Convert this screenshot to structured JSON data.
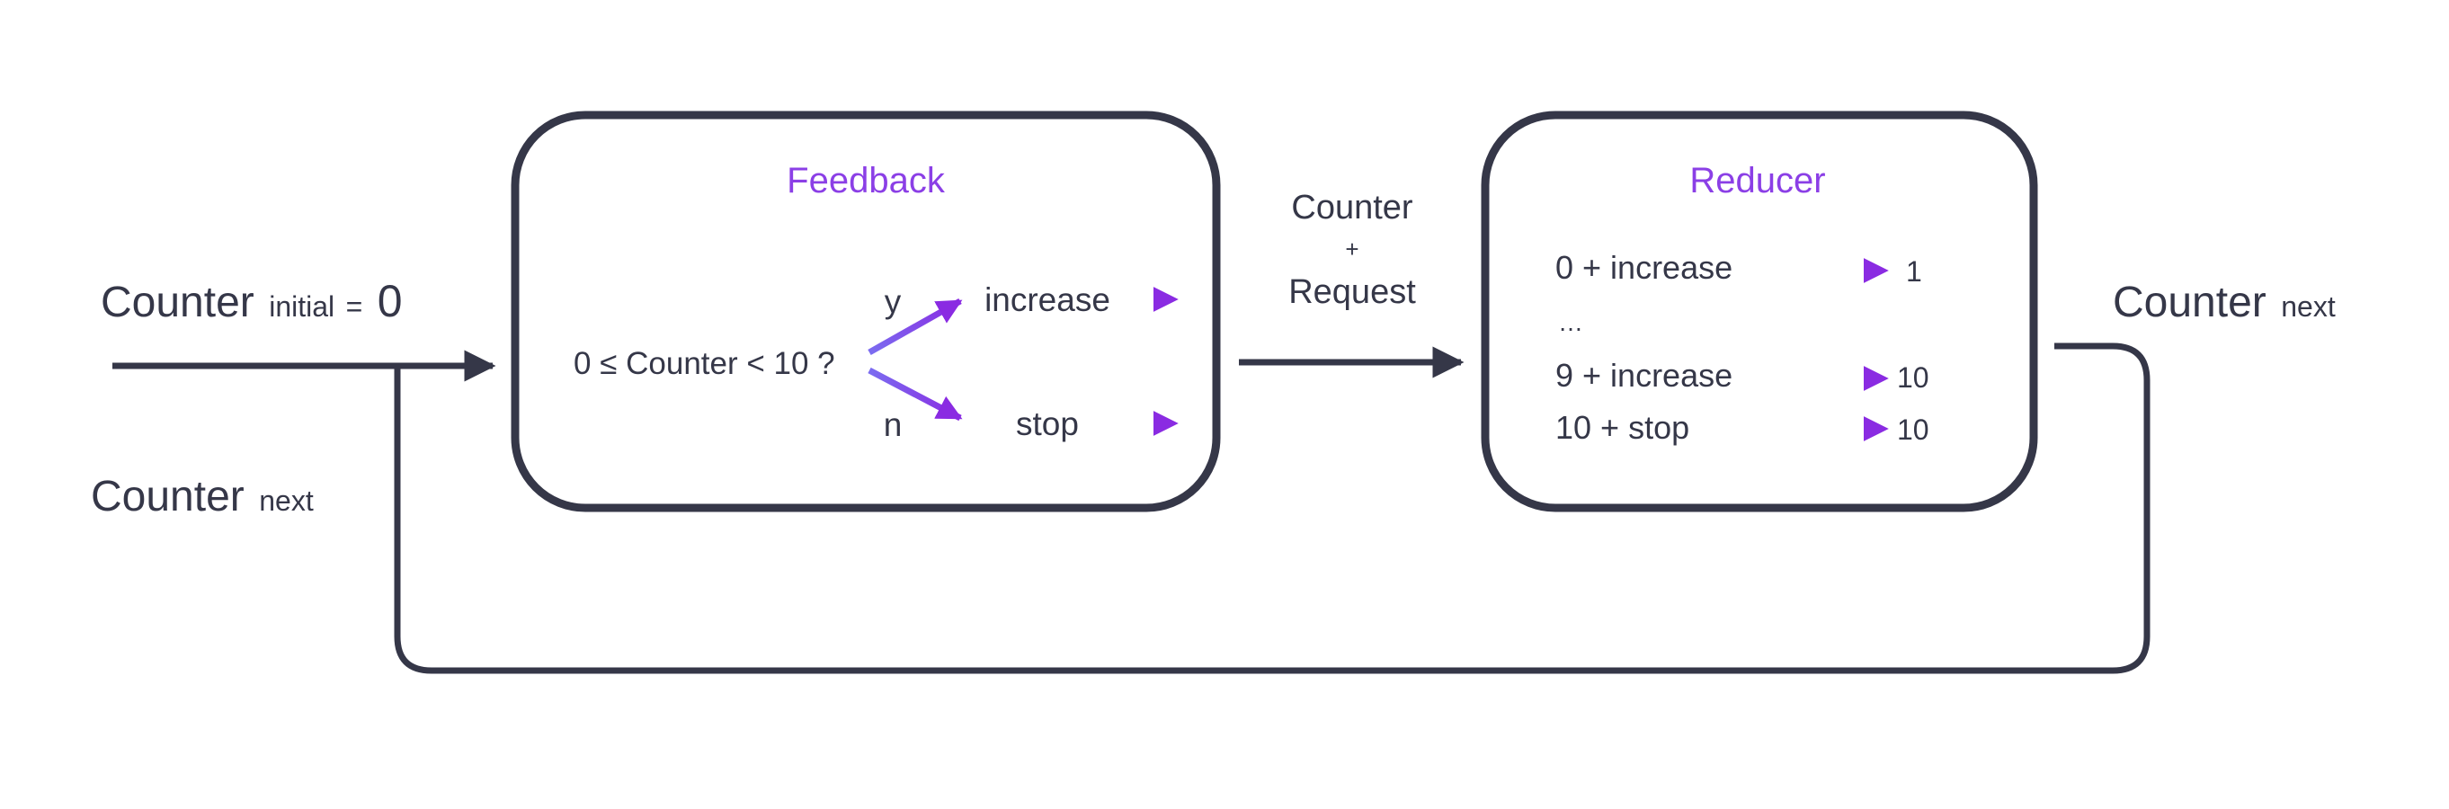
{
  "input": {
    "label": "Counter",
    "subscript": "initial",
    "equals": "=",
    "value": "0"
  },
  "loop_label": {
    "label": "Counter",
    "subscript": "next"
  },
  "output_label": {
    "label": "Counter",
    "subscript": "next"
  },
  "feedback": {
    "title": "Feedback",
    "condition": "0 ≤ Counter < 10 ?",
    "branch_yes": "y",
    "branch_no": "n",
    "action_yes": "increase",
    "action_no": "stop"
  },
  "connector": {
    "line1": "Counter",
    "line2": "+",
    "line3": "Request"
  },
  "reducer": {
    "title": "Reducer",
    "rows": [
      {
        "input": "0 + increase",
        "output": "1"
      },
      {
        "input": "…",
        "output": ""
      },
      {
        "input": "9 + increase",
        "output": "10"
      },
      {
        "input": "10 + stop",
        "output": "10"
      }
    ]
  },
  "colors": {
    "dark": "#353748",
    "purple": "#8b3fe6",
    "purple_light": "#7b5cf0"
  }
}
